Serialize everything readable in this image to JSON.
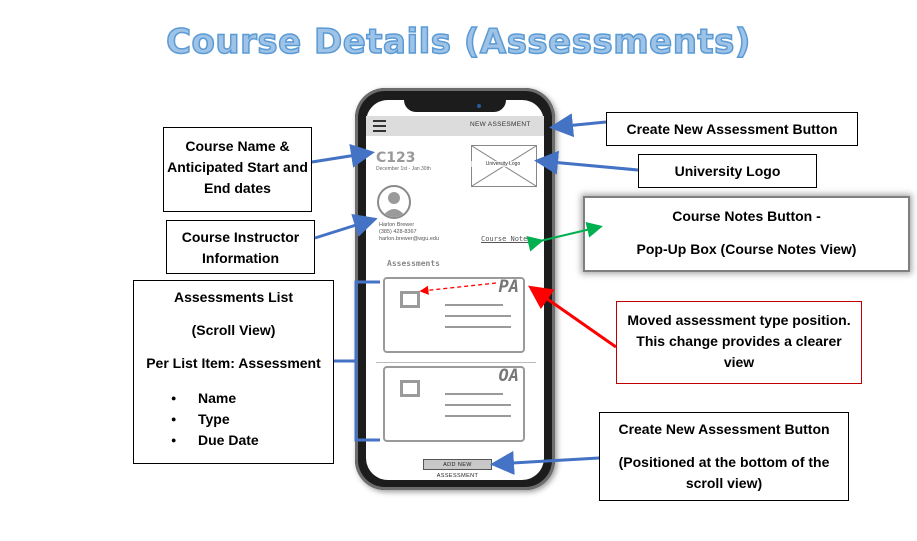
{
  "title": "Course Details (Assessments)",
  "annotations": {
    "course_name": "Course Name & Anticipated Start and End dates",
    "instructor": "Course Instructor Information",
    "assessments_list": {
      "title": "Assessments List",
      "subtitle": "(Scroll View)",
      "per_item": "Per List Item: Assessment",
      "fields": [
        "Name",
        "Type",
        "Due Date"
      ]
    },
    "create_top": "Create New Assessment Button",
    "logo": "University Logo",
    "notes_line1": "Course Notes Button -",
    "notes_line2": "Pop-Up Box (Course Notes View)",
    "moved": "Moved assessment type position. This change provides a clearer view",
    "create_bottom_line1": "Create New Assessment Button",
    "create_bottom_line2": "(Positioned at the bottom of the scroll view)"
  },
  "phone": {
    "header_button": "NEW ASSESMENT",
    "course_code": "C123",
    "dates": "December 1st - Jan 30th",
    "logo_label": "University Logo",
    "instructor_name": "Harlon Brewer",
    "instructor_phone": "(385) 428-8367",
    "instructor_email": "harlon.brewer@wgu.edu",
    "notes_link": "Course Notes",
    "assessments_heading": "Assessments",
    "cards": [
      {
        "type": "PA"
      },
      {
        "type": "OA"
      }
    ],
    "add_button": "ADD NEW ASSESSMENT"
  },
  "colors": {
    "blue_arrow": "#4472c4",
    "green_arrow": "#00b050",
    "red_arrow": "#ff0000",
    "title_fill": "#9ec3e6"
  }
}
